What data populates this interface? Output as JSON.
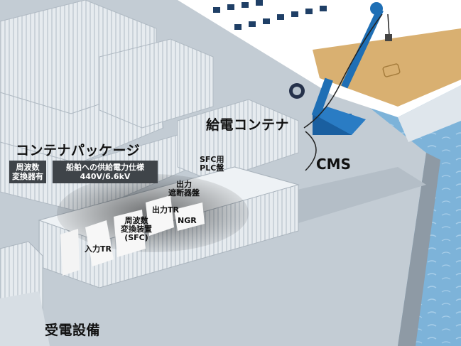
{
  "labels": {
    "container_package": "コンテナパッケージ",
    "power_container": "給電コンテナ",
    "cms": "CMS",
    "receiving_equipment": "受電設備",
    "frequency_converter_present_l1": "周波数",
    "frequency_converter_present_l2": "変換器有",
    "ship_supply_spec_l1": "船舶への供給電力仕様",
    "ship_supply_spec_l2": "440V/6.6kV",
    "sfc_plc_panel_l1": "SFC用",
    "sfc_plc_panel_l2": "PLC盤",
    "output_breaker_l1": "出力",
    "output_breaker_l2": "遮断器盤",
    "output_tr": "出力TR",
    "ngr": "NGR",
    "sfc_l1": "周波数",
    "sfc_l2": "変換装置",
    "sfc_l3": "(SFC)",
    "input_tr": "入力TR"
  },
  "colors": {
    "sea": "#7db3d9",
    "quay": "#c3ccd4",
    "container": "#e6ebef",
    "crane": "#1f6fb5",
    "ship_deck": "#d9b071",
    "label_box": "#3f4449"
  }
}
